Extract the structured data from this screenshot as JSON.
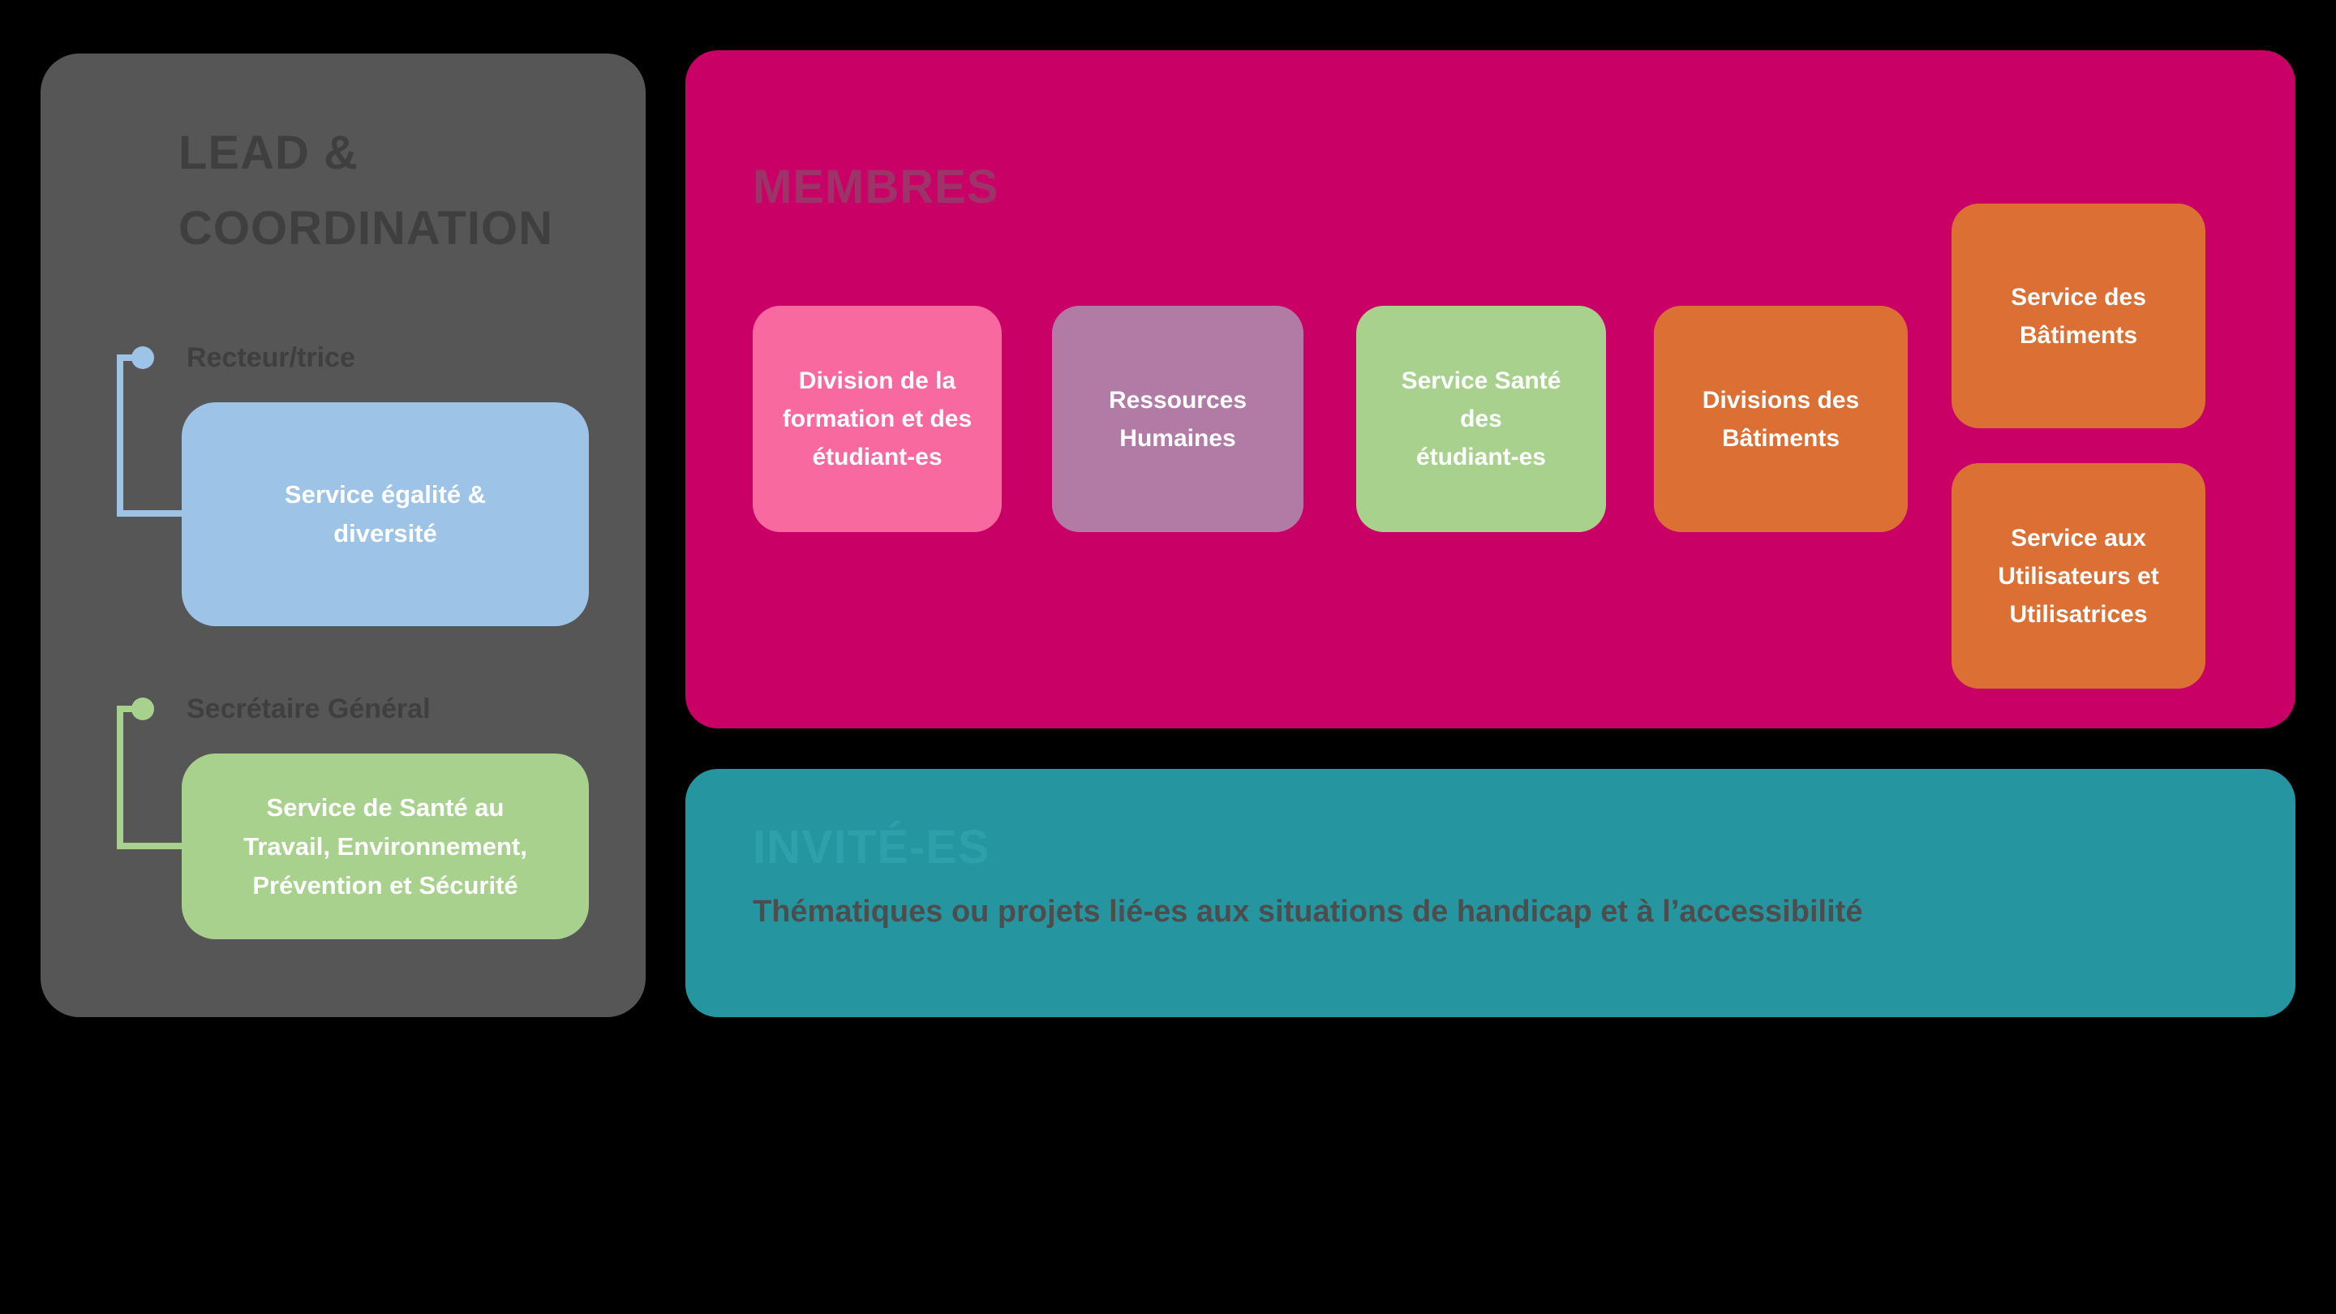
{
  "colors": {
    "background": "#000000",
    "lead_panel_bg": "#565656",
    "lead_title_color": "#3F3F3F",
    "label_color": "#3F3F3F",
    "blue": "#9DC3E6",
    "green": "#A9D18E",
    "members_panel_bg": "#C90167",
    "members_title_color": "#9C3469",
    "pink": "#F8699F",
    "mauve": "#B27BA6",
    "orange": "#DC6F34",
    "invitees_panel_bg": "#2596A0",
    "invitees_title_color": "#2EA0AA",
    "subtitle_color": "#4D4D4D",
    "box_text_color": "#FFFFFF"
  },
  "lead_panel": {
    "title": "LEAD &\nCOORDINATION",
    "groups": [
      {
        "label": "Recteur/trice",
        "box_label": "Service égalité &\ndiversité",
        "accent": "#9DC3E6"
      },
      {
        "label": "Secrétaire Général",
        "box_label": "Service de Santé au\nTravail, Environnement,\nPrévention et Sécurité",
        "accent": "#A9D18E"
      }
    ]
  },
  "members_panel": {
    "title": "MEMBRES",
    "boxes": [
      {
        "label": "Division de la\nformation et des\nétudiant-es",
        "color": "#F8699F"
      },
      {
        "label": "Ressources\nHumaines",
        "color": "#B27BA6"
      },
      {
        "label": "Service Santé\ndes\nétudiant-es",
        "color": "#A9D18E"
      },
      {
        "label": "Divisions des\nBâtiments",
        "color": "#DC6F34"
      },
      {
        "label": "Service des\nBâtiments",
        "color": "#DC6F34"
      },
      {
        "label": "Service aux\nUtilisateurs et\nUtilisatrices",
        "color": "#DC6F34"
      }
    ]
  },
  "invitees_panel": {
    "title": "INVITÉ-ES",
    "subtitle": "Thématiques ou projets lié-es aux situations de handicap et à l’accessibilité"
  }
}
